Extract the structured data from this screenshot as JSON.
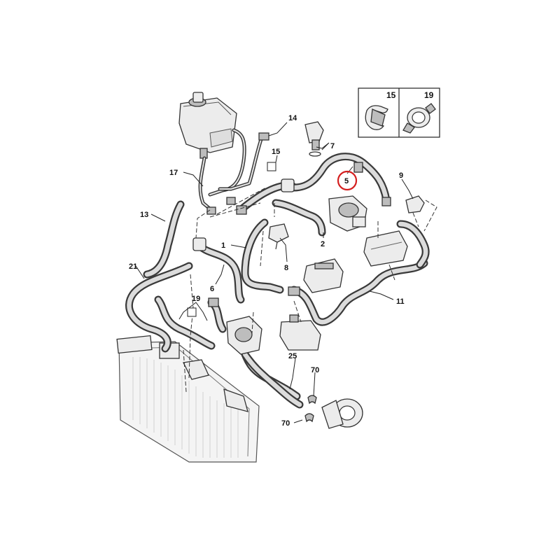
{
  "callouts": [
    {
      "id": "c14",
      "label": "14"
    },
    {
      "id": "c7",
      "label": "7"
    },
    {
      "id": "c15",
      "label": "15"
    },
    {
      "id": "c17",
      "label": "17"
    },
    {
      "id": "c5",
      "label": "5",
      "highlight": true
    },
    {
      "id": "c9",
      "label": "9"
    },
    {
      "id": "c13",
      "label": "13"
    },
    {
      "id": "c1",
      "label": "1"
    },
    {
      "id": "c2",
      "label": "2"
    },
    {
      "id": "c21",
      "label": "21"
    },
    {
      "id": "c8",
      "label": "8"
    },
    {
      "id": "c6",
      "label": "6"
    },
    {
      "id": "c19",
      "label": "19"
    },
    {
      "id": "c11",
      "label": "11"
    },
    {
      "id": "c25",
      "label": "25"
    },
    {
      "id": "c70a",
      "label": "70"
    },
    {
      "id": "c70b",
      "label": "70"
    }
  ],
  "legend_box": {
    "items": [
      {
        "label": "15"
      },
      {
        "label": "19"
      }
    ]
  },
  "colors": {
    "highlight": "#d42020",
    "line": "#333333",
    "hose_fill": "#dcdcdc"
  }
}
